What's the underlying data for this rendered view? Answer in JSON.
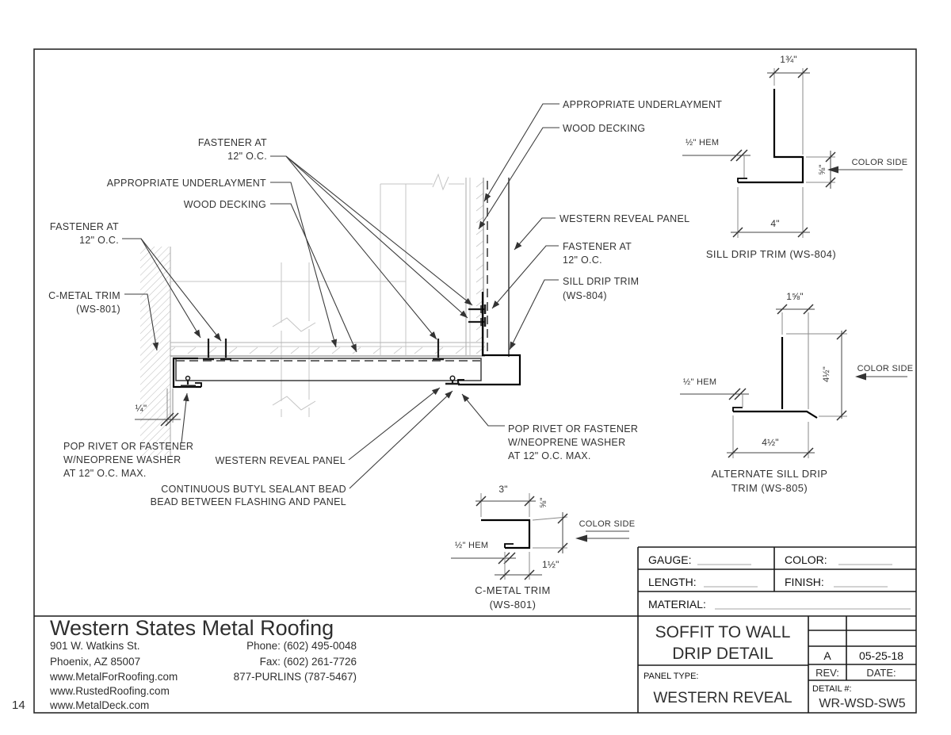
{
  "page_number": "14",
  "colors": {
    "ink": "#111111",
    "line": "#3c3c3c",
    "background": "#ffffff"
  },
  "company": {
    "name": "Western States Metal Roofing",
    "address_line1": "901 W. Watkins St.",
    "address_line2": "Phoenix, AZ 85007",
    "website1": "www.MetalForRoofing.com",
    "website2": "www.RustedRoofing.com",
    "website3": "www.MetalDeck.com",
    "phone": "Phone: (602) 495-0048",
    "fax": "Fax: (602) 261-7726",
    "tollfree": "877-PURLINS (787-5467)"
  },
  "title_block": {
    "gauge_label": "GAUGE:",
    "color_label": "COLOR:",
    "length_label": "LENGTH:",
    "finish_label": "FINISH:",
    "material_label": "MATERIAL:",
    "title_line1": "SOFFIT TO WALL",
    "title_line2": "DRIP DETAIL",
    "panel_type_label": "PANEL TYPE:",
    "panel_type_value": "WESTERN REVEAL",
    "rev_value": "A",
    "date_value": "05-25-18",
    "rev_label": "REV:",
    "date_label": "DATE:",
    "detail_label": "DETAIL #:",
    "detail_value": "WR-WSD-SW5"
  },
  "callouts": {
    "fastener_top_line1": "FASTENER AT",
    "fastener_top_line2": "12\" O.C.",
    "underlayment_left": "APPROPRIATE UNDERLAYMENT",
    "wood_decking_left": "WOOD DECKING",
    "fastener_left_line1": "FASTENER AT",
    "fastener_left_line2": "12\" O.C.",
    "c_metal_trim_line1": "C-METAL TRIM",
    "c_metal_trim_line2": "(WS-801)",
    "quarter_dim": "¼\"",
    "pop_rivet_left_line1": "POP RIVET OR FASTENER",
    "pop_rivet_left_line2": "W/NEOPRENE WASHER",
    "pop_rivet_left_line3": "AT 12\" O.C. MAX.",
    "western_reveal_panel_bottom": "WESTERN REVEAL PANEL",
    "butyl_line1": "CONTINUOUS BUTYL SEALANT BEAD",
    "butyl_line2": "BEAD BETWEEN FLASHING AND PANEL",
    "underlayment_right": "APPROPRIATE UNDERLAYMENT",
    "wood_decking_right": "WOOD DECKING",
    "western_reveal_panel_right": "WESTERN REVEAL PANEL",
    "fastener_right_line1": "FASTENER AT",
    "fastener_right_line2": "12\" O.C.",
    "sill_drip_line1": "SILL DRIP TRIM",
    "sill_drip_line2": "(WS-804)",
    "pop_rivet_right_line1": "POP RIVET OR FASTENER",
    "pop_rivet_right_line2": "W/NEOPRENE WASHER",
    "pop_rivet_right_line3": "AT 12\" O.C. MAX."
  },
  "details": {
    "ws804": {
      "top_dim": "1¾\"",
      "hem_note": "½\" HEM",
      "side_dim": "⅝\"",
      "color_side": "COLOR SIDE",
      "bottom_dim": "4\"",
      "label": "SILL DRIP TRIM (WS-804)"
    },
    "ws805": {
      "top_dim": "1⅝\"",
      "hem_note": "½\" HEM",
      "side_dim": "4½\"",
      "color_side": "COLOR SIDE",
      "bottom_dim": "4½\"",
      "label_line1": "ALTERNATE SILL DRIP",
      "label_line2": "TRIM (WS-805)"
    },
    "ws801": {
      "top_dim": "3\"",
      "hem_note": "½\" HEM",
      "side_dim": "⅝\"",
      "color_side": "COLOR SIDE",
      "bottom_dim": "1½\"",
      "label_line1": "C-METAL TRIM",
      "label_line2": "(WS-801)"
    }
  }
}
